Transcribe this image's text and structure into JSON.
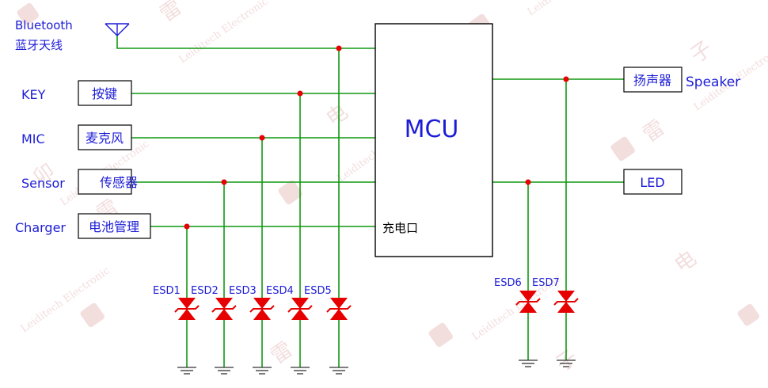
{
  "signals": {
    "bluetooth_en": "Bluetooth",
    "bluetooth_cn": "蓝牙天线",
    "key": "KEY",
    "mic": "MIC",
    "sensor": "Sensor",
    "charger": "Charger",
    "speaker": "Speaker"
  },
  "boxes": {
    "key": "按键",
    "mic": "麦克风",
    "sensor": "传感器",
    "charger": "电池管理",
    "speaker": "扬声器",
    "led": "LED"
  },
  "mcu": {
    "title": "MCU",
    "charge_port": "充电口"
  },
  "esd": [
    "ESD1",
    "ESD2",
    "ESD3",
    "ESD4",
    "ESD5",
    "ESD6",
    "ESD7"
  ],
  "watermark": {
    "brand_cn": [
      "雷",
      "卯",
      "电",
      "子"
    ],
    "brand_en": "Leiditech Electronic"
  },
  "colors": {
    "wire": "#119911",
    "label": "#1c1cd6",
    "esd": "#e60000",
    "box": "#000000",
    "watermark": "#f3dede"
  }
}
